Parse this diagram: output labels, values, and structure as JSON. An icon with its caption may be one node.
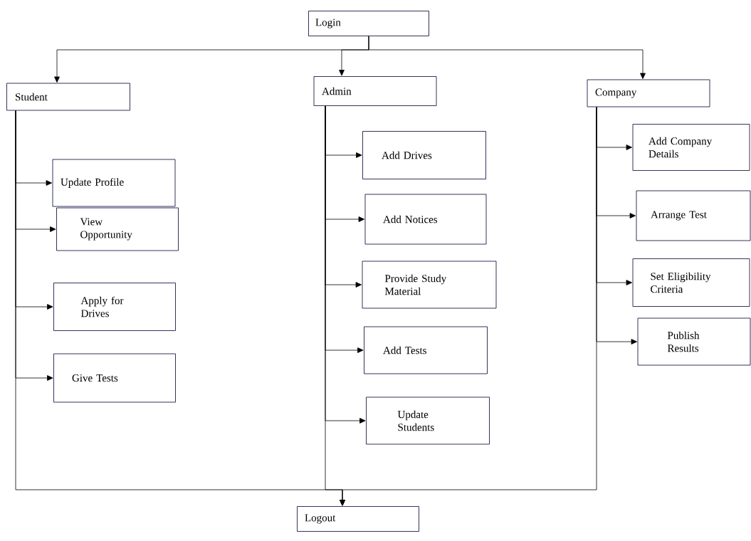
{
  "diagram": {
    "nodes": [
      {
        "text": [
          "Login"
        ]
      },
      {
        "text": [
          "Student"
        ]
      },
      {
        "text": [
          "Admin"
        ]
      },
      {
        "text": [
          "Company"
        ]
      },
      {
        "text": [
          "Update Profile"
        ]
      },
      {
        "text": [
          "View Opportunity"
        ]
      },
      {
        "text": [
          "Apply for Drives"
        ]
      },
      {
        "text": [
          "Give Tests"
        ]
      },
      {
        "text": [
          "Add Drives"
        ]
      },
      {
        "text": [
          "Add Notices"
        ]
      },
      {
        "text": [
          "Provide Study Material"
        ]
      },
      {
        "text": [
          "Add Tests"
        ]
      },
      {
        "text": [
          "Update Students"
        ]
      },
      {
        "text": [
          "Add Company Details"
        ]
      },
      {
        "text": [
          "Arrange Test"
        ]
      },
      {
        "text": [
          "Set Eligibility Criteria"
        ]
      },
      {
        "text": [
          "Publish Results"
        ]
      },
      {
        "text": [
          "Logout"
        ]
      }
    ],
    "edges": [
      {
        "from": 0,
        "to": 1,
        "arrow": "to"
      },
      {
        "from": 0,
        "to": 2,
        "arrow": "to"
      },
      {
        "from": 0,
        "to": 3,
        "arrow": "to"
      },
      {
        "from": 1,
        "to": 4,
        "arrow": "to"
      },
      {
        "from": 1,
        "to": 5,
        "arrow": "to"
      },
      {
        "from": 1,
        "to": 6,
        "arrow": "to"
      },
      {
        "from": 1,
        "to": 7,
        "arrow": "to"
      },
      {
        "from": 2,
        "to": 8,
        "arrow": "to"
      },
      {
        "from": 2,
        "to": 9,
        "arrow": "to"
      },
      {
        "from": 2,
        "to": 10,
        "arrow": "to"
      },
      {
        "from": 2,
        "to": 11,
        "arrow": "to"
      },
      {
        "from": 2,
        "to": 12,
        "arrow": "to"
      },
      {
        "from": 3,
        "to": 13,
        "arrow": "to"
      },
      {
        "from": 3,
        "to": 14,
        "arrow": "to"
      },
      {
        "from": 3,
        "to": 15,
        "arrow": "to"
      },
      {
        "from": 3,
        "to": 16,
        "arrow": "to"
      },
      {
        "from": 1,
        "to": 17,
        "arrow": "to"
      },
      {
        "from": 2,
        "to": 17,
        "arrow": "to"
      },
      {
        "from": 3,
        "to": 17,
        "arrow": "to"
      }
    ]
  }
}
